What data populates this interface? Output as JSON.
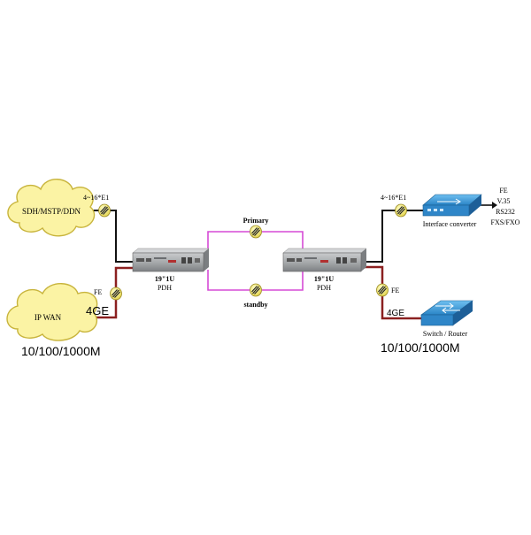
{
  "left_site": {
    "cloud_sdh": "SDH/MSTP/DDN",
    "cloud_ip": "IP WAN",
    "e1_label": "4~16*E1",
    "fe_label": "FE",
    "ge_label": "4GE",
    "speed_label": "10/100/1000M",
    "device_line1": "19\"1U",
    "device_line2": "PDH"
  },
  "links": {
    "primary": "Primary",
    "standby": "standby"
  },
  "right_site": {
    "e1_label": "4~16*E1",
    "fe_label": "FE",
    "ge_label": "4GE",
    "speed_label": "10/100/1000M",
    "device_line1": "19\"1U",
    "device_line2": "PDH",
    "converter_label": "Interface converter",
    "switch_label": "Switch / Router",
    "converter_outputs": [
      "FE",
      "V.35",
      "RS232",
      "FXS/FXO"
    ]
  },
  "colors": {
    "cloud_fill": "#fbf3a4",
    "cloud_stroke": "#c8b43c",
    "magenta_link": "#d64ad6",
    "brown_link": "#8b2020",
    "black_link": "#111111",
    "device_body": "#a3a6a8",
    "blue_device": "#2f86c8"
  }
}
